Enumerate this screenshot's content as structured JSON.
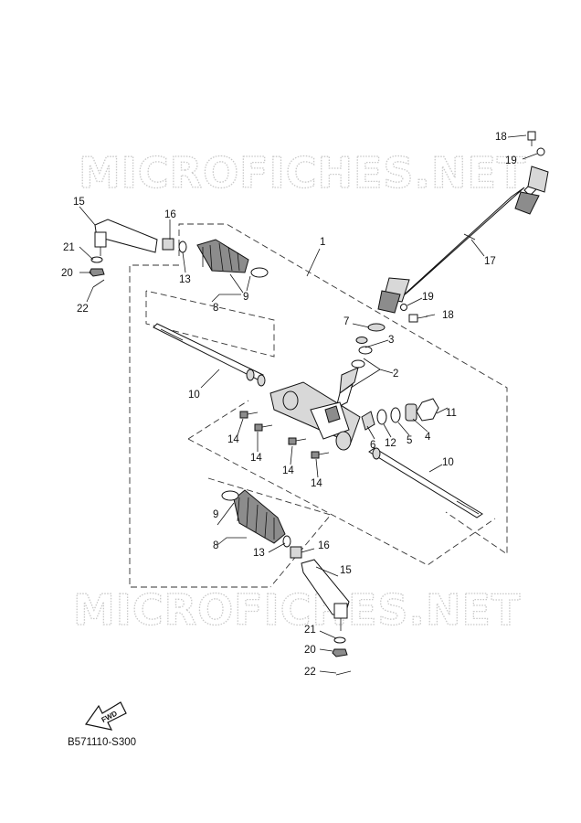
{
  "watermark": {
    "text": "MICROFICHES.NET"
  },
  "diagram_code": "B571110-S300",
  "fwd_label": "FWD",
  "callouts": {
    "c1": "1",
    "c2": "2",
    "c3": "3",
    "c4": "4",
    "c5": "5",
    "c6": "6",
    "c7": "7",
    "c8a": "8",
    "c8b": "8",
    "c9a": "9",
    "c9b": "9",
    "c10a": "10",
    "c10b": "10",
    "c11": "11",
    "c12": "12",
    "c13a": "13",
    "c13b": "13",
    "c14a": "14",
    "c14b": "14",
    "c14c": "14",
    "c14d": "14",
    "c15a": "15",
    "c15b": "15",
    "c16a": "16",
    "c16b": "16",
    "c17": "17",
    "c18a": "18",
    "c18b": "18",
    "c19a": "19",
    "c19b": "19",
    "c20a": "20",
    "c20b": "20",
    "c21a": "21",
    "c21b": "21",
    "c22a": "22",
    "c22b": "22"
  }
}
